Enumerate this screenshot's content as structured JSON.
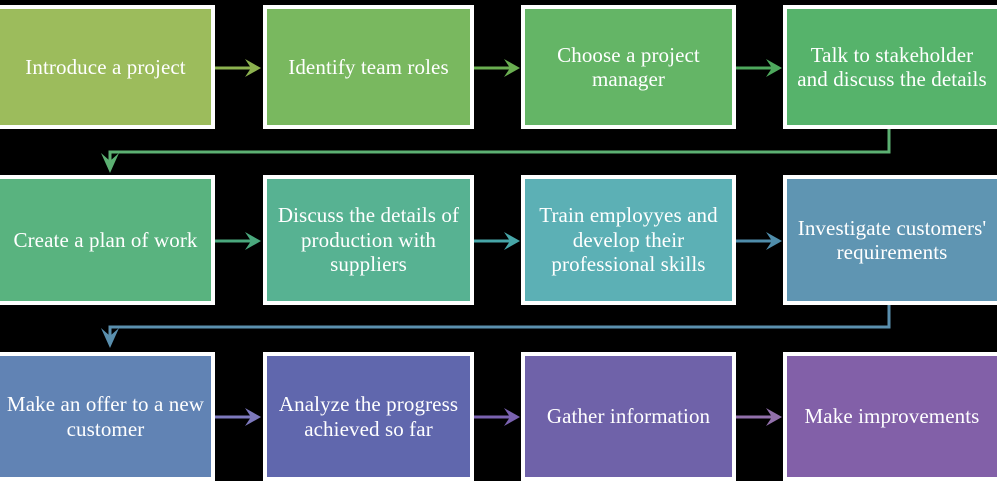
{
  "diagram": {
    "title": "Project Workflow Process Flowchart",
    "type": "flowchart",
    "background_color": "#000000",
    "node_border_color": "#ffffff",
    "node_text_color": "#ffffff",
    "rows": 3,
    "columns": 4,
    "total_steps": 12,
    "flow_direction": "left-to-right, wrapping to next row"
  },
  "rows": [
    {
      "index": 1,
      "nodes": [
        {
          "step": 1,
          "label": "Introduce a project",
          "color": "#9cbc5c"
        },
        {
          "step": 2,
          "label": "Identify team roles",
          "color": "#79b85f"
        },
        {
          "step": 3,
          "label": "Choose a project manager",
          "color": "#64b566"
        },
        {
          "step": 4,
          "label": "Talk to stakeholder and discuss the details",
          "color": "#56b36b"
        }
      ],
      "arrow_colors": [
        "#8cb24f",
        "#6aae51",
        "#4ea85d"
      ],
      "wrap_arrow_color": "#5cb072"
    },
    {
      "index": 2,
      "nodes": [
        {
          "step": 5,
          "label": "Create a plan of work",
          "color": "#59b37f"
        },
        {
          "step": 6,
          "label": "Discuss the details of production with suppliers",
          "color": "#57b292"
        },
        {
          "step": 7,
          "label": "Train employyes and develop their professional skills",
          "color": "#5cb0b5"
        },
        {
          "step": 8,
          "label": "Investigate customers' requirements",
          "color": "#5f95b2"
        }
      ],
      "arrow_colors": [
        "#4aa87d",
        "#47a6a8",
        "#4f8dab"
      ],
      "wrap_arrow_color": "#5a8fae"
    },
    {
      "index": 3,
      "nodes": [
        {
          "step": 9,
          "label": "Make an offer to a new customer",
          "color": "#6183b4"
        },
        {
          "step": 10,
          "label": "Analyze the progress achieved so far",
          "color": "#6067ad"
        },
        {
          "step": 11,
          "label": "Gather information",
          "color": "#6f62a9"
        },
        {
          "step": 12,
          "label": "Make improvements",
          "color": "#8260a8"
        }
      ],
      "arrow_colors": [
        "#7d79bd",
        "#7a62b0",
        "#9270ab"
      ],
      "wrap_arrow_color": null
    }
  ]
}
